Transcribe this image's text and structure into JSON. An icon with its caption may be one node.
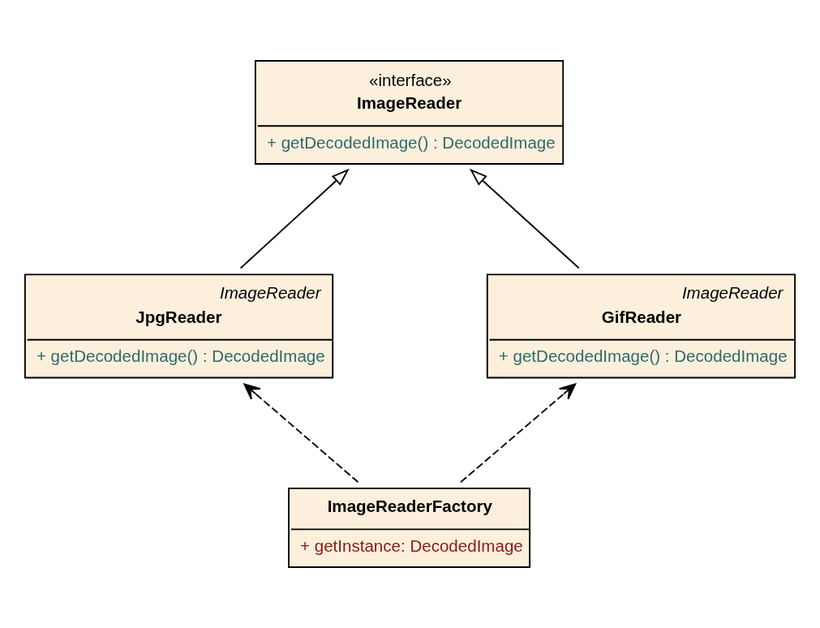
{
  "diagram": {
    "nodes": [
      {
        "text": [
          "«interface»",
          "ImageReader",
          "+ getDecodedImage() : DecodedImage"
        ]
      },
      {
        "text": [
          "ImageReader",
          "JpgReader",
          "+ getDecodedImage() : DecodedImage"
        ]
      },
      {
        "text": [
          "ImageReader",
          "GifReader",
          "+ getDecodedImage() : DecodedImage"
        ]
      },
      {
        "text": [
          "ImageReaderFactory",
          "+ getInstance: DecodedImage"
        ]
      }
    ],
    "edges": [
      {
        "from": 1,
        "to": 0,
        "arrow": "to"
      },
      {
        "from": 2,
        "to": 0,
        "arrow": "to"
      },
      {
        "from": 3,
        "to": 1,
        "arrow": "to",
        "style": "dashed"
      },
      {
        "from": 3,
        "to": 2,
        "arrow": "to",
        "style": "dashed"
      }
    ]
  }
}
